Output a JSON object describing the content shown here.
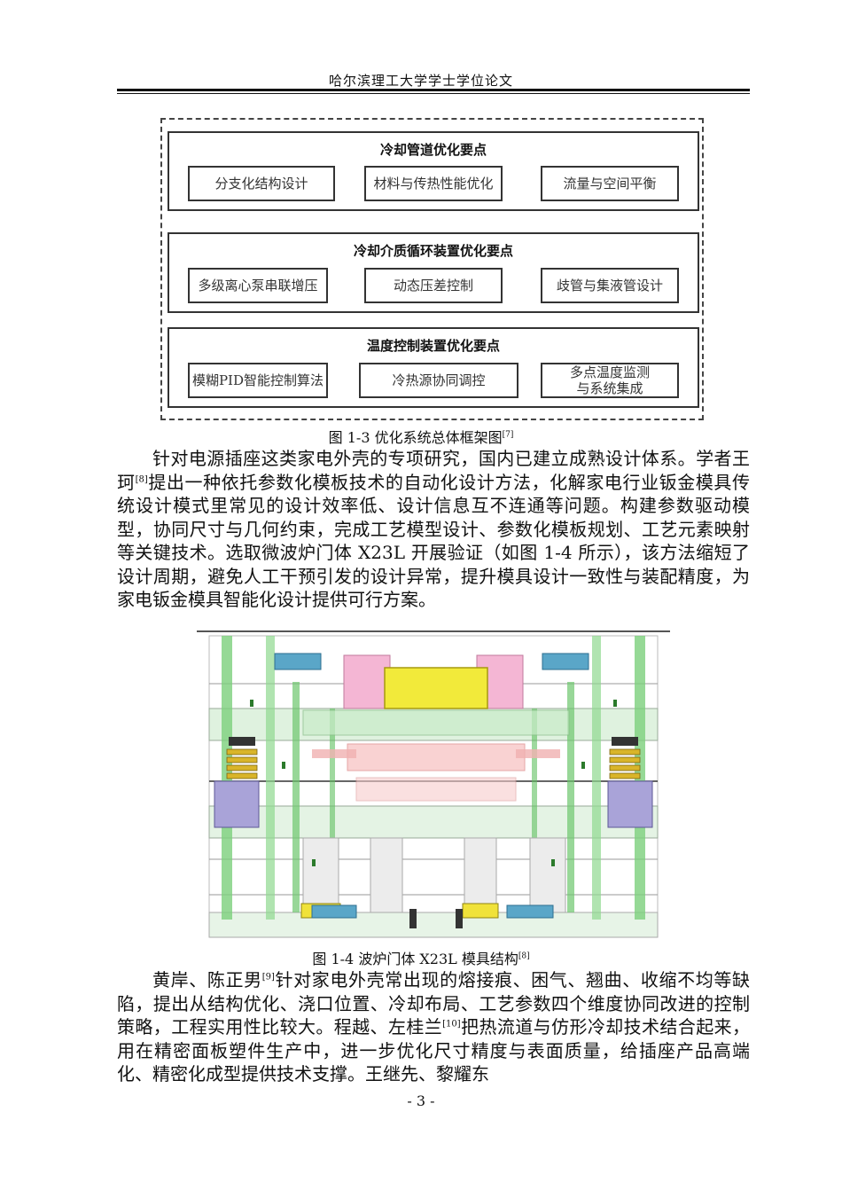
{
  "header": {
    "title": "哈尔滨理工大学学士学位论文"
  },
  "figure1": {
    "sections": [
      {
        "title": "冷却管道优化要点",
        "items": [
          "分支化结构设计",
          "材料与传热性能优化",
          "流量与空间平衡"
        ]
      },
      {
        "title": "冷却介质循环装置优化要点",
        "items": [
          "多级离心泵串联增压",
          "动态压差控制",
          "歧管与集液管设计"
        ]
      },
      {
        "title": "温度控制装置优化要点",
        "items": [
          "模糊PID智能控制算法",
          "冷热源协同调控",
          "多点温度监测",
          "与系统集成"
        ]
      }
    ],
    "caption": "图 1-3  优化系统总体框架图",
    "caption_ref": "[7]"
  },
  "paragraph1": {
    "t1": "针对电源插座这类家电外壳的专项研究，国内已建立成熟设计体系。学者王珂",
    "ref1": "[8]",
    "t2": "提出一种依托参数化模板技术的自动化设计方法，化解家电行业钣金模具传统设计模式里常见的设计效率低、设计信息互不连通等问题。构建参数驱动模型，协同尺寸与几何约束，完成工艺模型设计、参数化模板规划、工艺元素映射等关键技术。选取微波炉门体 X23L 开展验证（如图 1-4 所示），该方法缩短了设计周期，避免人工干预引发的设计异常，提升模具设计一致性与装配精度，为家电钣金模具智能化设计提供可行方案。"
  },
  "figure2": {
    "caption": "图 1-4  波炉门体 X23L 模具结构",
    "caption_ref": "[8]"
  },
  "paragraph2": {
    "t1": "黄岸、陈正男",
    "ref1": "[9]",
    "t2": "针对家电外壳常出现的熔接痕、困气、翘曲、收缩不均等缺陷，提出从结构优化、浇口位置、冷却布局、工艺参数四个维度协同改进的控制策略，工程实用性比较大。程越、左桂兰",
    "ref2": "[10]",
    "t3": "把热流道与仿形冷却技术结合起来，用在精密面板塑件生产中，进一步优化尺寸精度与表面质量，给插座产品高端化、精密化成型提供技术支撑。王继先、黎耀东"
  },
  "footer": {
    "page": "- 3 -"
  }
}
